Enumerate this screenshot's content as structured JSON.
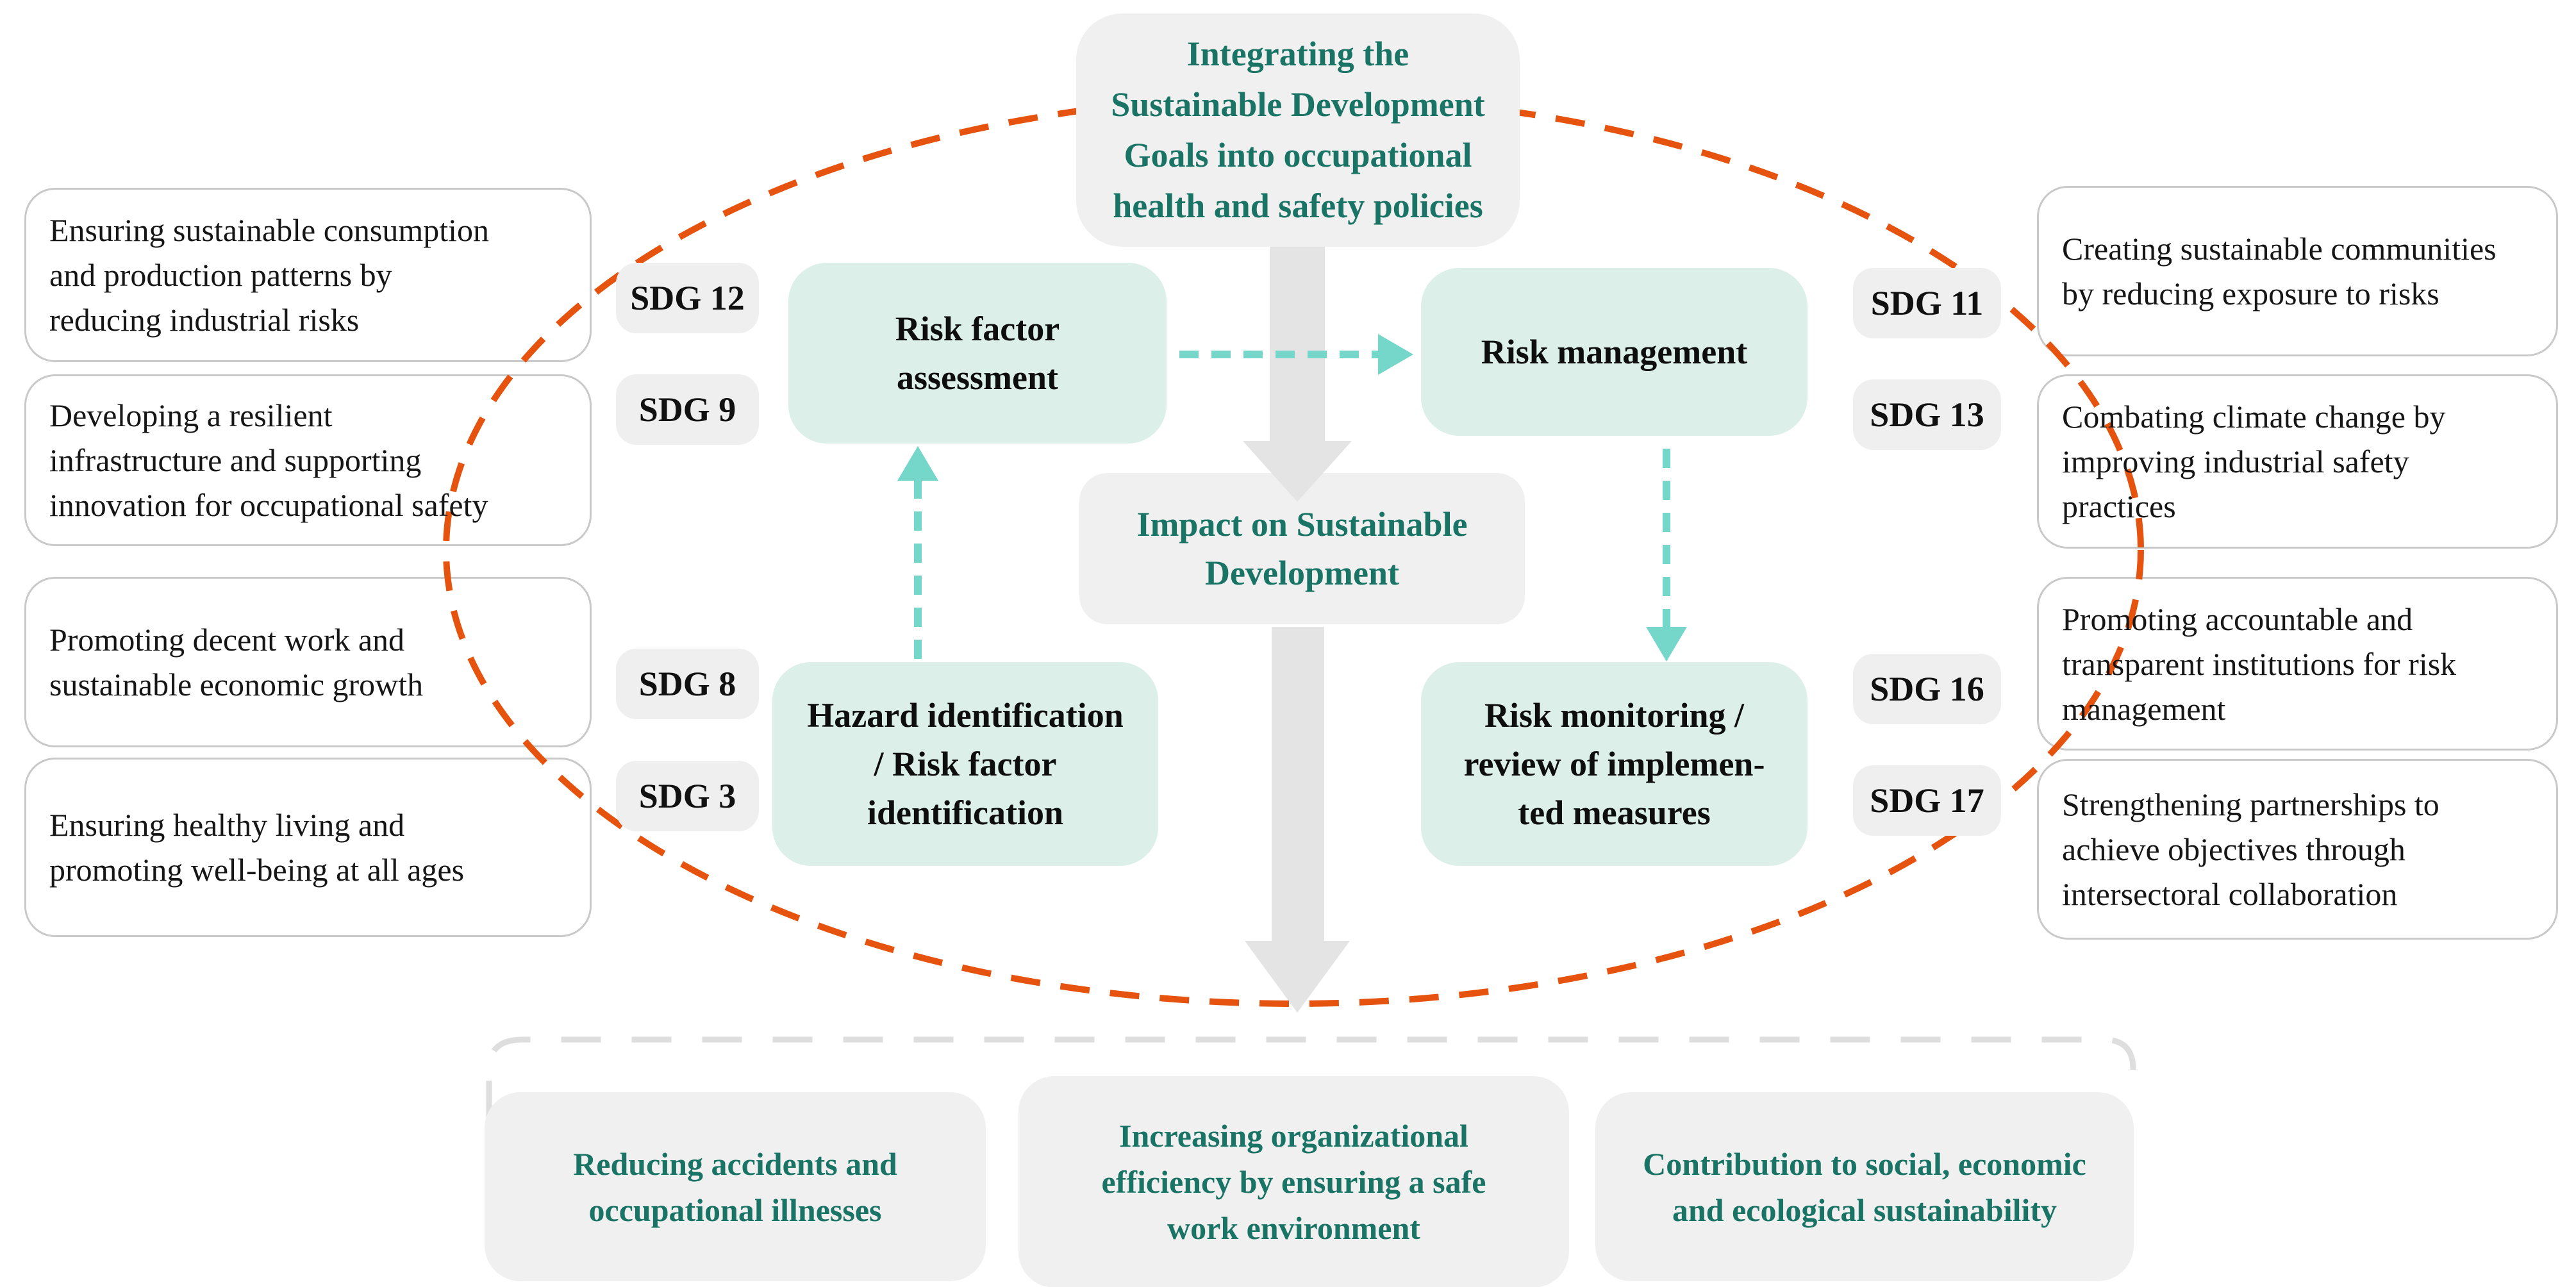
{
  "diagram": {
    "central_title": "Integrating the\nSustainable Development\nGoals into occupational\nhealth and safety policies",
    "impact_label": "Impact on Sustainable\nDevelopment"
  },
  "process": {
    "risk_factor_assessment": "Risk factor\nassessment",
    "risk_management": "Risk management",
    "hazard_identification": "Hazard identification\n/ Risk factor\nidentification",
    "risk_monitoring": "Risk monitoring /\nreview of implemen-\nted measures"
  },
  "left_goals": [
    {
      "sdg": "SDG 12",
      "text": "Ensuring sustainable consumption\nand production patterns by\nreducing industrial risks"
    },
    {
      "sdg": "SDG 9",
      "text": "Developing a resilient\ninfrastructure and supporting\ninnovation for occupational safety"
    },
    {
      "sdg": "SDG 8",
      "text": "Promoting decent work and\nsustainable economic growth"
    },
    {
      "sdg": "SDG 3",
      "text": "Ensuring healthy living and\npromoting well-being at all ages"
    }
  ],
  "right_goals": [
    {
      "sdg": "SDG 11",
      "text": "Creating sustainable communities\nby reducing exposure to risks"
    },
    {
      "sdg": "SDG 13",
      "text": "Combating climate change by\nimproving industrial safety\npractices"
    },
    {
      "sdg": "SDG 16",
      "text": "Promoting accountable and\ntransparent institutions for risk\nmanagement"
    },
    {
      "sdg": "SDG 17",
      "text": "Strengthening partnerships to\nachieve objectives through\nintersectoral collaboration"
    }
  ],
  "outcomes": [
    "Reducing accidents and\noccupational illnesses",
    "Increasing organizational\nefficiency by ensuring a safe\nwork environment",
    "Contribution to social, economic\nand ecological sustainability"
  ],
  "colors": {
    "teal_text": "#197465",
    "mint_fill": "#dcefe9",
    "gray_fill": "#f0f0f0",
    "ellipse_orange": "#e5530e",
    "teal_arrow": "#74d7c9",
    "gray_arrow": "#e4e4e4",
    "bracket_gray": "#dedede",
    "goal_border": "#c9c9c9"
  }
}
